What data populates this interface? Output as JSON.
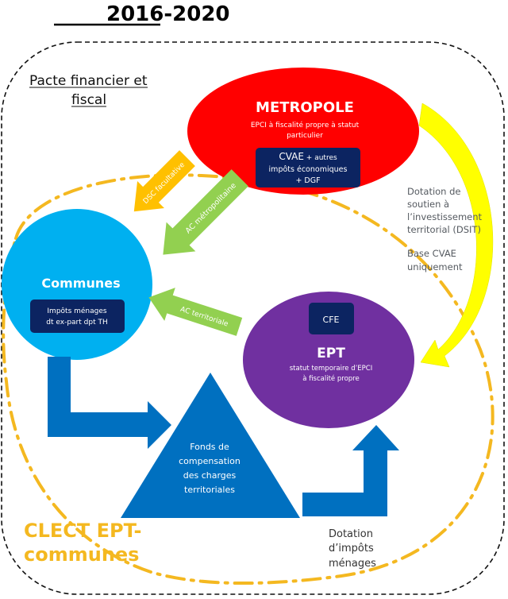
{
  "title": "2016-2020",
  "pacte": {
    "line1": "Pacte financier et",
    "line2": "fiscal"
  },
  "metropole": {
    "name": "METROPOLE",
    "subtitle_line1": "EPCI à fiscalité propre à statut",
    "subtitle_line2": "particulier",
    "box_line1a": "CVAE",
    "box_line1b": " + autres",
    "box_line2": "impôts économiques",
    "box_line3": "+ DGF"
  },
  "communes": {
    "name": "Communes",
    "box_line1": "Impôts ménages",
    "box_line2": "dt ex-part dpt TH"
  },
  "ept": {
    "box": "CFE",
    "name": "EPT",
    "subtitle_line1": "statut temporaire d’EPCI",
    "subtitle_line2": "à fiscalité propre"
  },
  "arrows": {
    "dsc": "DSC facultative",
    "ac_metro": "AC métropolitaine",
    "ac_terr": "AC territoriale"
  },
  "dsit": {
    "line1": "Dotation de",
    "line2": "soutien à",
    "line3": "l’investissement",
    "line4": "territorial (DSIT)",
    "line5": "Base CVAE",
    "line6": "uniquement"
  },
  "fonds": {
    "line1": "Fonds de",
    "line2": "compensation",
    "line3": "des charges",
    "line4": "territoriales"
  },
  "dotation_menages": {
    "line1": "Dotation",
    "line2": "d’impôts",
    "line3": "ménages"
  },
  "clect": {
    "line1": "CLECT EPT-",
    "line2": "communes"
  },
  "colors": {
    "metropole": "#ff0000",
    "communes": "#00b0f0",
    "ept": "#7030a0",
    "navy_box": "#0c2461",
    "orange": "#ffc000",
    "green": "#92d050",
    "yellow": "#ffff00",
    "blue_arrow": "#0070c0",
    "clect_line": "#f4b820"
  }
}
